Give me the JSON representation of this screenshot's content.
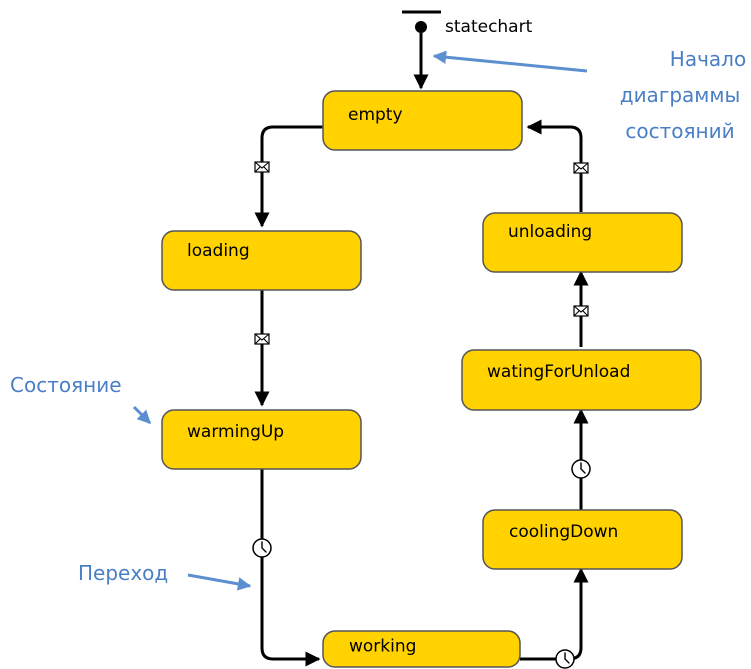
{
  "diagram": {
    "title": "statechart",
    "states": [
      {
        "id": "empty",
        "label": "empty"
      },
      {
        "id": "loading",
        "label": "loading"
      },
      {
        "id": "warmingUp",
        "label": "warmingUp"
      },
      {
        "id": "working",
        "label": "working"
      },
      {
        "id": "coolingDown",
        "label": "coolingDown"
      },
      {
        "id": "watingForUnload",
        "label": "watingForUnload"
      },
      {
        "id": "unloading",
        "label": "unloading"
      }
    ],
    "transitions": [
      {
        "from": "empty",
        "to": "loading",
        "trigger": "envelope-icon"
      },
      {
        "from": "loading",
        "to": "warmingUp",
        "trigger": "envelope-icon"
      },
      {
        "from": "warmingUp",
        "to": "working",
        "trigger": "clock-icon"
      },
      {
        "from": "working",
        "to": "coolingDown",
        "trigger": "clock-icon"
      },
      {
        "from": "coolingDown",
        "to": "watingForUnload",
        "trigger": "clock-icon"
      },
      {
        "from": "watingForUnload",
        "to": "unloading",
        "trigger": "envelope-icon"
      },
      {
        "from": "unloading",
        "to": "empty",
        "trigger": "envelope-icon"
      }
    ],
    "annotations": {
      "start": [
        "Начало",
        "диаграммы",
        "состояний"
      ],
      "state": "Состояние",
      "transition": "Переход"
    },
    "colors": {
      "state_fill": "#ffd200",
      "state_stroke": "#555555",
      "annotation": "#4a7fc6",
      "transition": "#000000"
    }
  }
}
